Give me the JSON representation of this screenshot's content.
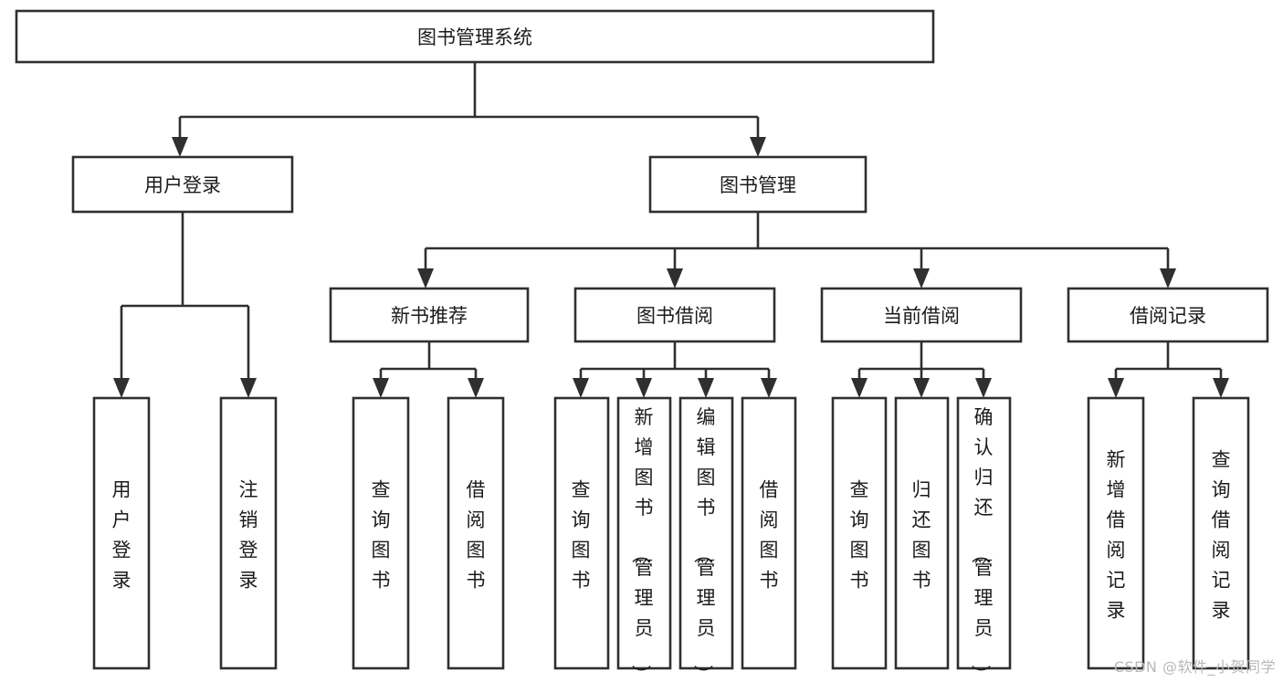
{
  "diagram": {
    "type": "tree",
    "orientation": "top-down",
    "title": "图书管理系统",
    "colors": {
      "box_fill": "#ffffff",
      "box_stroke": "#2f2f2f",
      "text": "#1b1b1b",
      "background": "#ffffff",
      "watermark": "#b8b8b8"
    },
    "levels": {
      "root": {
        "label": "图书管理系统"
      },
      "level2": [
        {
          "id": "user-login",
          "label": "用户登录"
        },
        {
          "id": "book-manage",
          "label": "图书管理"
        }
      ],
      "level3": [
        {
          "id": "new-book-rec",
          "label": "新书推荐",
          "parent": "book-manage"
        },
        {
          "id": "book-borrow",
          "label": "图书借阅",
          "parent": "book-manage"
        },
        {
          "id": "current-borrow",
          "label": "当前借阅",
          "parent": "book-manage"
        },
        {
          "id": "borrow-record",
          "label": "借阅记录",
          "parent": "book-manage"
        }
      ],
      "leaves": [
        {
          "id": "leaf-user-login",
          "label": "用户登录",
          "parent": "user-login"
        },
        {
          "id": "leaf-logout-login",
          "label": "注销登录",
          "parent": "user-login"
        },
        {
          "id": "leaf-query-book-1",
          "label": "查询图书",
          "parent": "new-book-rec"
        },
        {
          "id": "leaf-borrow-book-1",
          "label": "借阅图书",
          "parent": "new-book-rec"
        },
        {
          "id": "leaf-query-book-2",
          "label": "查询图书",
          "parent": "book-borrow"
        },
        {
          "id": "leaf-add-book",
          "label": "新增图书（管理员）",
          "parent": "book-borrow"
        },
        {
          "id": "leaf-edit-book",
          "label": "编辑图书（管理员）",
          "parent": "book-borrow"
        },
        {
          "id": "leaf-borrow-book-2",
          "label": "借阅图书",
          "parent": "book-borrow"
        },
        {
          "id": "leaf-query-book-3",
          "label": "查询图书",
          "parent": "current-borrow"
        },
        {
          "id": "leaf-return-book",
          "label": "归还图书",
          "parent": "current-borrow"
        },
        {
          "id": "leaf-confirm-return",
          "label": "确认归还（管理员）",
          "parent": "current-borrow"
        },
        {
          "id": "leaf-add-record",
          "label": "新增借阅记录",
          "parent": "borrow-record"
        },
        {
          "id": "leaf-query-record",
          "label": "查询借阅记录",
          "parent": "borrow-record"
        }
      ]
    }
  },
  "watermark": {
    "text": "CSDN @软件_小贺同学"
  }
}
